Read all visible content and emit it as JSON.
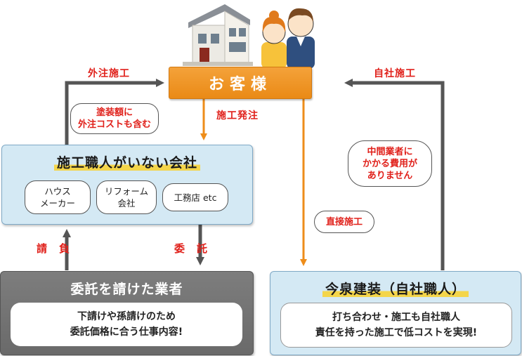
{
  "customer": {
    "label": "お客様"
  },
  "edges": {
    "outsourced": "外注施工",
    "in_house": "自社施工",
    "order": "施工発注",
    "subcontract_left": "請　負",
    "entrust_right": "委　託",
    "direct": "直接施工"
  },
  "bubbles": {
    "painting_cost": [
      "塗装額に",
      "外注コストも含む"
    ],
    "no_middleman": [
      "中間業者に",
      "かかる費用が",
      "ありません"
    ]
  },
  "company_no_craftsmen": {
    "title": "施工職人がいない会社",
    "types": [
      [
        "ハウス",
        "メーカー"
      ],
      [
        "リフォーム",
        "会社"
      ],
      [
        "工務店 etc"
      ]
    ]
  },
  "subcontractor": {
    "title": "委託を請けた業者",
    "desc": [
      "下請けや孫請けのため",
      "委託価格に合う仕事内容!"
    ]
  },
  "imaizumi": {
    "title": "今泉建装（自社職人）",
    "desc": [
      "打ち合わせ・施工も自社職人",
      "責任を持った施工で低コストを実現!"
    ]
  },
  "colors": {
    "accent_orange": "#ee8d1a",
    "label_red": "#e0201a",
    "box_blue": "#d4e9f4",
    "box_gray": "#737373"
  },
  "icons": [
    "house-illustration",
    "couple-illustration"
  ]
}
